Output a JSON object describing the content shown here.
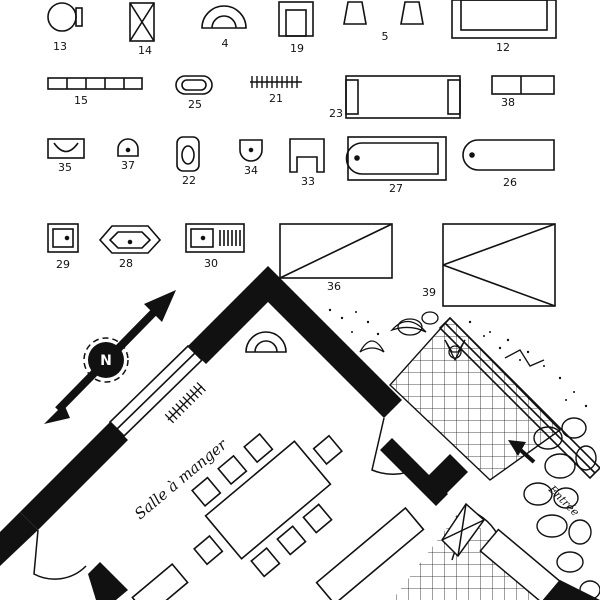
{
  "legend": {
    "symbols": [
      {
        "id": "13",
        "label": "13"
      },
      {
        "id": "14",
        "label": "14"
      },
      {
        "id": "4",
        "label": "4"
      },
      {
        "id": "19",
        "label": "19"
      },
      {
        "id": "5",
        "label": "5"
      },
      {
        "id": "12",
        "label": "12"
      },
      {
        "id": "15",
        "label": "15"
      },
      {
        "id": "25",
        "label": "25"
      },
      {
        "id": "21",
        "label": "21"
      },
      {
        "id": "23",
        "label": "23"
      },
      {
        "id": "38",
        "label": "38"
      },
      {
        "id": "35",
        "label": "35"
      },
      {
        "id": "37",
        "label": "37"
      },
      {
        "id": "22",
        "label": "22"
      },
      {
        "id": "34",
        "label": "34"
      },
      {
        "id": "33",
        "label": "33"
      },
      {
        "id": "27",
        "label": "27"
      },
      {
        "id": "26",
        "label": "26"
      },
      {
        "id": "29",
        "label": "29"
      },
      {
        "id": "28",
        "label": "28"
      },
      {
        "id": "30",
        "label": "30"
      },
      {
        "id": "36",
        "label": "36"
      },
      {
        "id": "39",
        "label": "39"
      }
    ]
  },
  "plan": {
    "room_label": "Salle à manger",
    "entrance_label": "Entrée",
    "north_letter": "N"
  },
  "colors": {
    "ink": "#111111",
    "paper": "#ffffff"
  }
}
